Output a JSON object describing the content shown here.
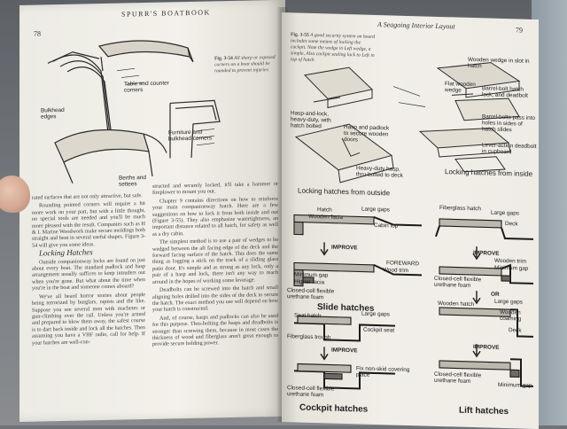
{
  "left_page": {
    "page_number": "78",
    "running_head": "SPURR'S BOATBOOK",
    "figure": {
      "number": "Fig. 3-54",
      "caption": "All sharp or exposed corners on a boat should be rounded to prevent injuries.",
      "labels": {
        "bulkhead_edges": "Bulkhead edges",
        "table_corners": "Table and counter corners",
        "furniture": "Furniture and bulkhead corners",
        "berths": "Berths and settees"
      }
    },
    "column1": {
      "p1": "rated surfaces that are not only attractive, but safe.",
      "p2": "Rounding pointed corners will require a bit more work on your part, but with a little thought, no special tools are needed and you'll be much more pleased with the result. Companies such as H & L Marine Woodwork make secure moldings both straight and bent in several useful shapes. Figure 3-54 will give you some ideas.",
      "heading": "Locking Hatches",
      "p3": "Outside companionway locks are found on just about every boat. The standard padlock and hasp arrangement usually suffices to keep intruders out when you're gone. But what about the time when you're in the boat and someone comes aboard?",
      "p4": "We've all heard horror stories about people being terrorized by burglars, rapists and the like. Suppose you see several men with machetes or gun-climbing over the rail. Unless you're armed and prepared to blow them away, the safest course is to dart back inside and lock all the hatches. Then assuming you have a VHF radio, call for help. If your hatches are well-con-"
    },
    "column2": {
      "p1": "structed and securely locked, it'll take a hammer or fireplower to mount you out.",
      "p2": "Chapter 9 contains directions on how to reinforce your main companionway hatch. Here are a few suggestions on how to lock it from both inside and out (Figure 3-55). They also emphasize watertightness, an important distance related to all hatch, for safety as well as a dry cabin.",
      "p3": "The simplest method is to use a pair of wedges to be wedged between the aft facing edge of the deck and the forward facing surface of the hatch. This does the same thing as logging a stick on the track of a sliding glass patio door. It's simple and as strong as any lock, only a pair of a hasp and lock, there isn't any way to reach around in the hopes of working some leverage.",
      "p4": "Deadbolts can be screwed into the hatch and small aligning holes drilled into the sides of the deck to secure the hatch. The exact method you use will depend on how your hatch is constructed.",
      "p5": "And, of course, hasps and padlocks can also be used for this purpose. Thru-bolting the hasps and deadbolts is stronger than screwing them, because in most cases the thickness of wood and fiberglass aren't great enough to provide secure holding power."
    }
  },
  "right_page": {
    "running_head": "A Seagoing Interior Layout",
    "page_number": "79",
    "figure": {
      "number": "Fig. 3-55",
      "caption": "A good security system on board includes some means of locking the cockpit. Note the wedge in Left wedge, a simple, Also cockpit sealing lock to Left in top of hatch"
    },
    "labels": {
      "wooden_wedge": "Wooden wedge in slot in hatch",
      "flat_wooden_wedge": "Flat wooden wedge",
      "barrel_bolt": "Barrel-bolt hatch lock, and deadbolt",
      "barrel_bolt_holes": "Barrel-bolts pass into holes in sides of hatch slides",
      "hasp_lock": "Hasp-and-lock, heavy-duty, with hatch bolted",
      "hasp_padlock": "Hasp and padlock to secure wooden doors",
      "heavy_duty_hasp": "Heavy-duty hasp, thru-bolted to deck",
      "lever_action": "Lever-action deadbolt in cupboard",
      "locking_inside": "Locking hatches from inside",
      "locking_outside": "Locking hatches from outside"
    },
    "slide_hatches": {
      "hatch": "Hatch",
      "wooden_facia": "Wooden facia",
      "large_gaps": "Large gaps",
      "cabin_top": "Cabin top",
      "improve": "IMPROVE",
      "forward": "FOREWARD",
      "wood_trim": "Wood trim",
      "minimum_gap": "Minimum gap",
      "higher_facia": "Higher facia",
      "closed_cell": "Closed-cell flexible urethane foam",
      "title": "Slide hatches"
    },
    "cockpit_hatches": {
      "seat_hatch": "Seat hatch",
      "large_gaps": "Large gaps",
      "cockpit_seat": "Cockpit seat",
      "fiberglass_trough": "Fiberglass trough",
      "improve": "IMPROVE",
      "non_skid": "Fix non-skid covering place",
      "closed_cell": "Closed-cell flexible urethane foam",
      "title": "Cockpit hatches"
    },
    "lift_hatches": {
      "fiberglass_hatch": "Fiberglass hatch",
      "large_gaps": "Large gaps",
      "deck": "Deck",
      "improve": "IMPROVE",
      "wooden_trim": "Wooden trim",
      "minimum_gap": "Minimum gap",
      "closed_cell": "Closed-cell flexible urethane foam",
      "or": "OR",
      "wooden_hatch": "Wooden hatch",
      "large_gaps2": "Large gaps",
      "wooden_coaming": "Wooden coaming",
      "deck2": "Deck",
      "improve2": "IMPROVE",
      "closed_cell2": "Closed-cell flexible urethane foam",
      "minimum_gap2": "Minimum gap",
      "title": "Lift hatches"
    }
  }
}
